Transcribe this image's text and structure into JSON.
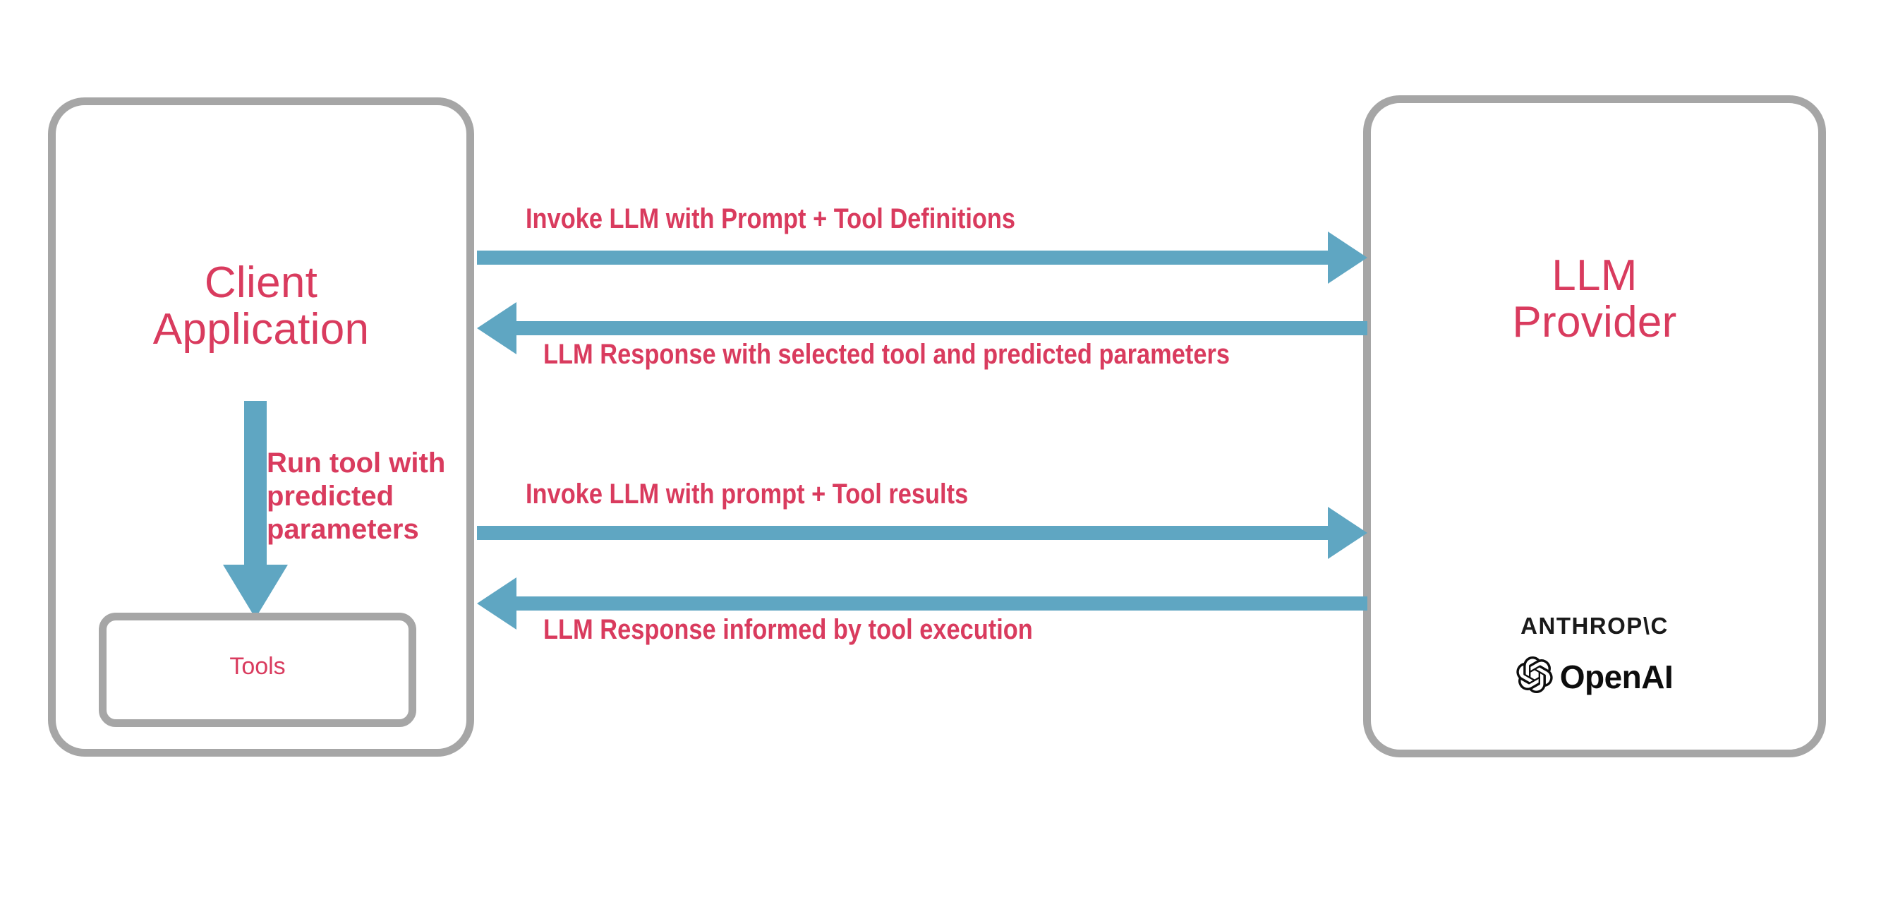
{
  "diagram": {
    "colors": {
      "arrow_blue": "#5fa6c2",
      "text_pink": "#d93b5e",
      "box_gray": "#a6a6a6",
      "logo_black": "#0d0d0d",
      "background": "#ffffff"
    },
    "nodes": {
      "client": {
        "title": "Client\nApplication",
        "tools_label": "Tools"
      },
      "provider": {
        "title": "LLM\nProvider",
        "logos": {
          "anthropic_wordmark": "ANTHROP\\C",
          "openai_wordmark": "OpenAI"
        }
      }
    },
    "edges": [
      {
        "id": "request-1",
        "label": "Invoke LLM with Prompt + Tool Definitions",
        "direction": "client-to-provider"
      },
      {
        "id": "response-1",
        "label": "LLM Response with selected tool and predicted parameters",
        "direction": "provider-to-client"
      },
      {
        "id": "request-2",
        "label": "Invoke LLM with prompt + Tool results",
        "direction": "client-to-provider"
      },
      {
        "id": "response-2",
        "label": "LLM Response informed by tool execution",
        "direction": "provider-to-client"
      }
    ],
    "internal_edge": {
      "id": "run-tool",
      "label": "Run tool with\npredicted\nparameters",
      "direction": "client-to-tools"
    }
  }
}
